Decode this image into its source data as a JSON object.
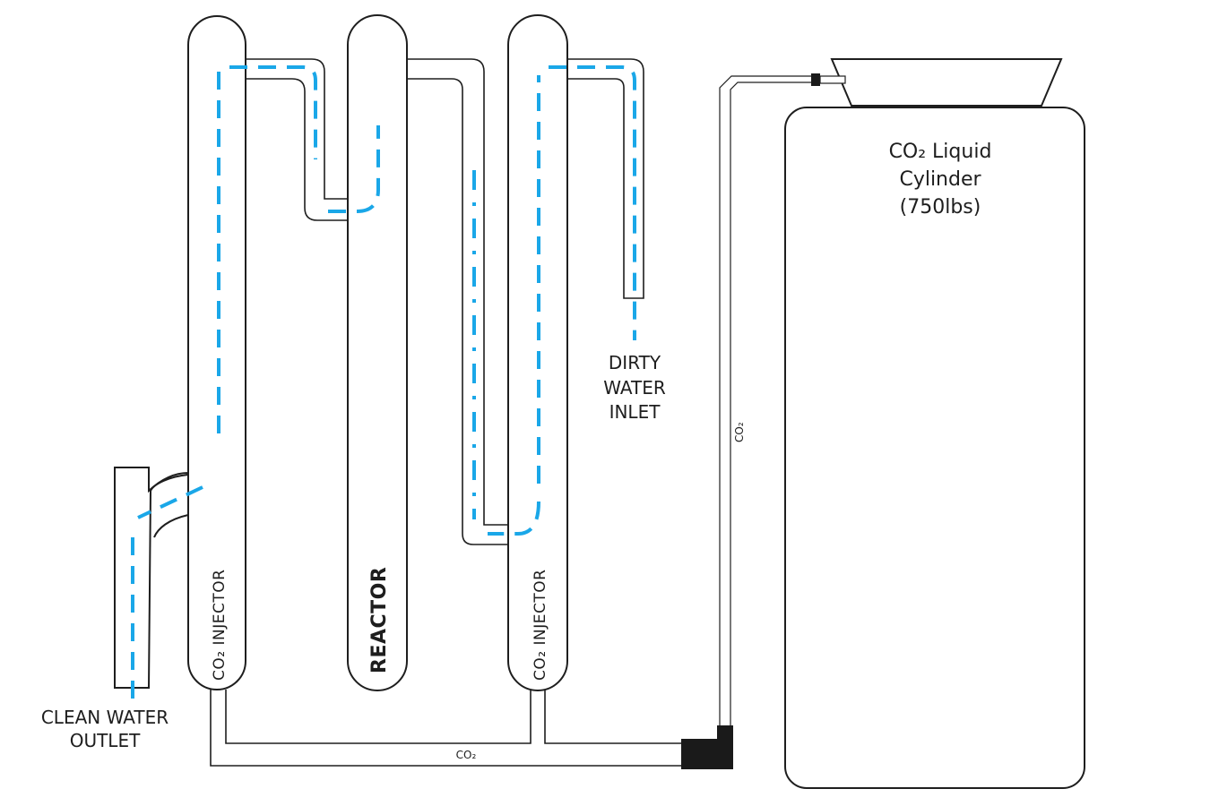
{
  "labels": {
    "injector_left": "CO₂ INJECTOR",
    "reactor": "REACTOR",
    "injector_right": "CO₂ INJECTOR",
    "dirty_inlet": [
      "DIRTY",
      "WATER",
      "INLET"
    ],
    "clean_outlet": [
      "CLEAN WATER",
      "OUTLET"
    ],
    "cylinder": [
      "CO₂ Liquid",
      "Cylinder",
      "(750lbs)"
    ],
    "co2_bottom": "CO₂",
    "co2_vertical": "CO₂"
  },
  "colors": {
    "flow": "#1aa7e8",
    "outline": "#1e1e1e",
    "connector": "#1a1a1a"
  }
}
